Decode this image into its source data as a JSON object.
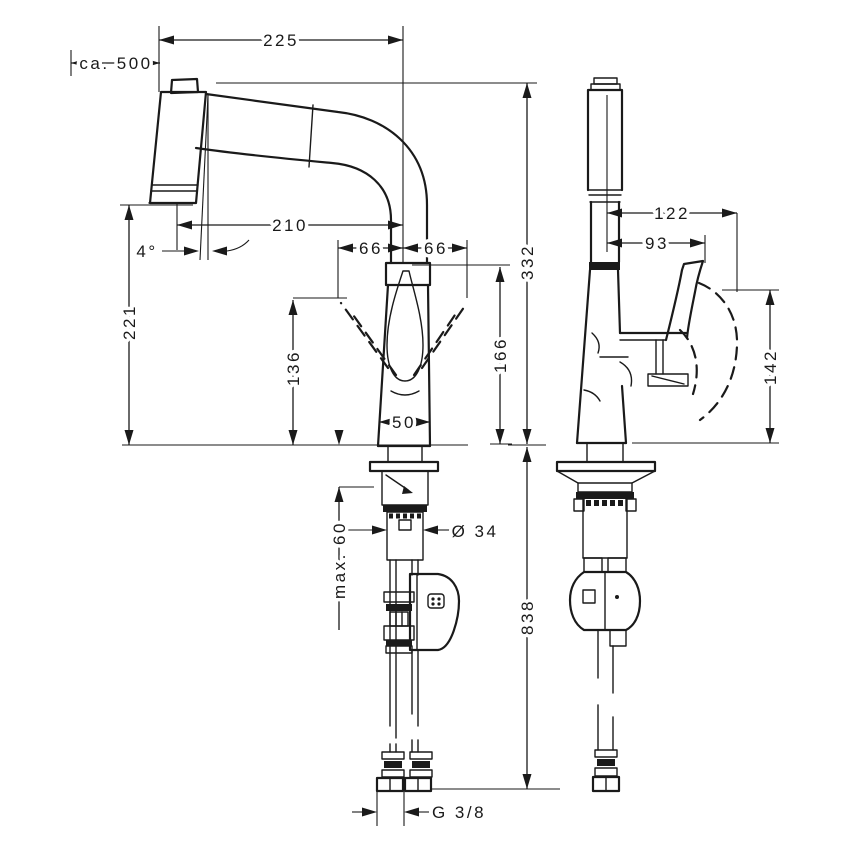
{
  "colors": {
    "ink": "#1a1a1a",
    "background": "#ffffff"
  },
  "drawing": {
    "labels": {
      "ca500": "ca. 500",
      "d225": "225",
      "d210": "210",
      "angle": "4°",
      "d66l": "66",
      "d66r": "66",
      "d221": "221",
      "d136": "136",
      "d166": "166",
      "d332": "332",
      "d50": "50",
      "d122": "122",
      "d93": "93",
      "d142": "142",
      "max60": "max. 60",
      "dia34": "Ø 34",
      "d838": "838",
      "g38": "G 3/8"
    }
  }
}
